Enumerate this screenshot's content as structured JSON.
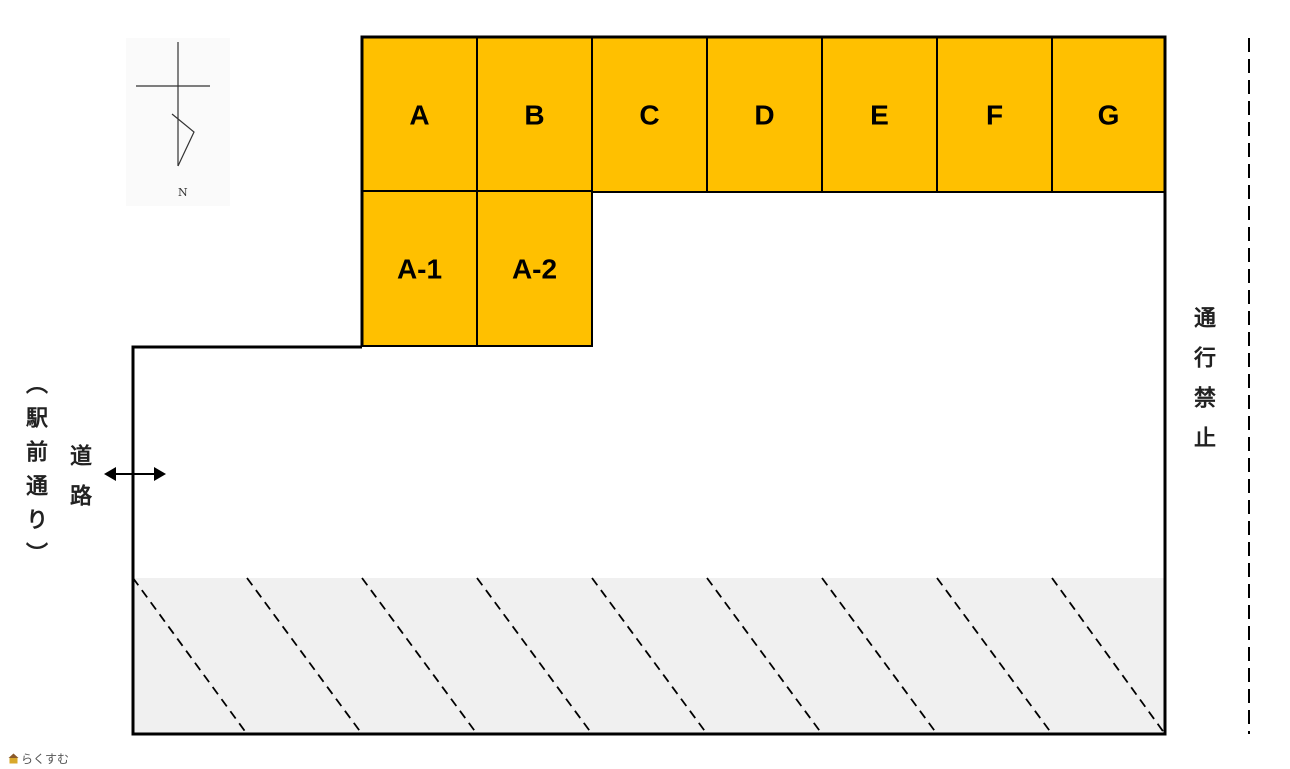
{
  "compass": {
    "north_label": "N"
  },
  "parking_slots": [
    {
      "id": "slot-a",
      "label": "A"
    },
    {
      "id": "slot-b",
      "label": "B"
    },
    {
      "id": "slot-c",
      "label": "C"
    },
    {
      "id": "slot-d",
      "label": "D"
    },
    {
      "id": "slot-e",
      "label": "E"
    },
    {
      "id": "slot-f",
      "label": "F"
    },
    {
      "id": "slot-g",
      "label": "G"
    },
    {
      "id": "slot-a1",
      "label": "A-1"
    },
    {
      "id": "slot-a2",
      "label": "A-2"
    }
  ],
  "labels": {
    "station_road": "（駅前通り）",
    "road": "道路",
    "no_entry": "通行禁止"
  },
  "colors": {
    "slot_fill": "#ffc000",
    "hatched_area": "#f0f0f0",
    "outline": "#000000"
  },
  "brand": {
    "text": "らくすむ"
  }
}
